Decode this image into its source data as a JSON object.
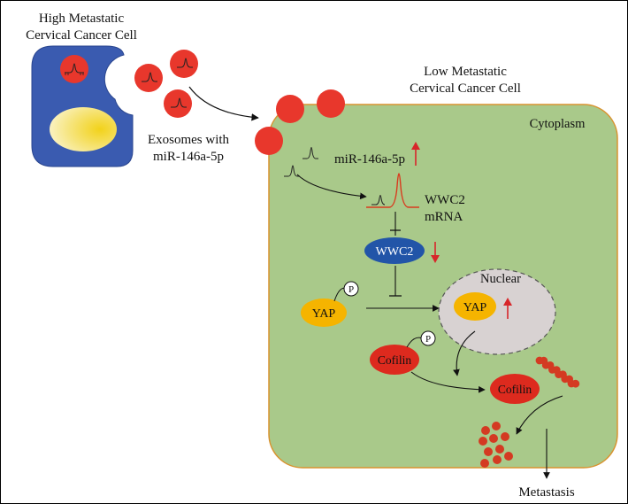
{
  "high_cell": {
    "title_line1": "High Metastatic",
    "title_line2": "Cervical Cancer Cell",
    "cell_color": "#3a5bb0",
    "nucleus_color": "#f1d21c"
  },
  "exosomes": {
    "label_line1": "Exosomes with",
    "label_line2": "miR-146a-5p",
    "color": "#e8372c"
  },
  "low_cell": {
    "title_line1": "Low Metastatic",
    "title_line2": "Cervical Cancer Cell",
    "cytoplasm_label": "Cytoplasm",
    "cell_color": "#a9c98a",
    "border_color": "#d9932f"
  },
  "mirna": {
    "label": "miR-146a-5p",
    "direction": "up"
  },
  "wwc2_mrna": {
    "label_line1": "WWC2",
    "label_line2": "mRNA"
  },
  "wwc2_protein": {
    "label": "WWC2",
    "direction": "down",
    "color": "#2255a8"
  },
  "yap_cytoplasm": {
    "label": "YAP",
    "phospho_label": "P",
    "color": "#f5b400"
  },
  "nucleus": {
    "label": "Nuclear",
    "yap_label": "YAP",
    "yap_direction": "up",
    "color": "#d8d2d2"
  },
  "cofilin_phospho": {
    "label": "Cofilin",
    "phospho_label": "P",
    "color": "#dd2a1e"
  },
  "cofilin_active": {
    "label": "Cofilin",
    "color": "#dd2a1e"
  },
  "outcome": {
    "label": "Metastasis"
  },
  "indicator_color": "#d7262a"
}
